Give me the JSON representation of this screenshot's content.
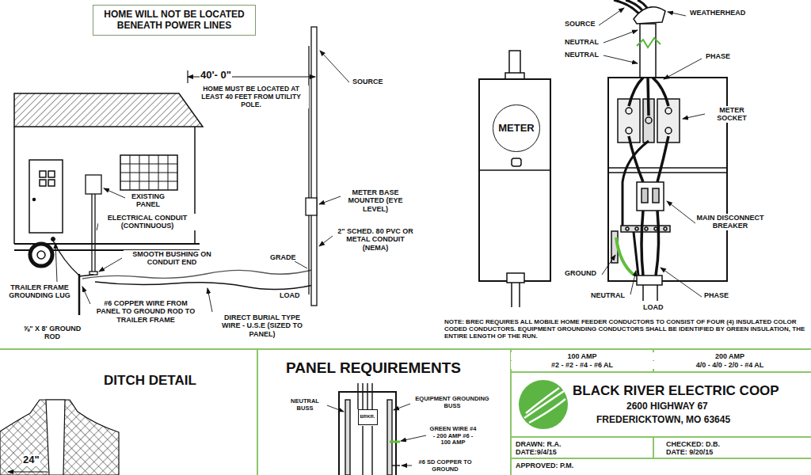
{
  "diagram": {
    "nodes": [
      {
        "text": [
          "HOME WILL NOT BE LOCATED BENEATH POWER LINES"
        ]
      },
      {
        "text": [
          "METER"
        ]
      },
      {
        "text": [
          "BRKR."
        ]
      }
    ],
    "labels": [
      "40'- 0\"",
      "HOME MUST BE LOCATED AT LEAST 40 FEET FROM UTILITY POLE.",
      "SOURCE",
      "EXISTING PANEL",
      "ELECTRICAL CONDUIT (CONTINUOUS)",
      "METER BASE MOUNTED (EYE LEVEL)",
      "2\" SCHED. 80 PVC OR METAL CONDUIT (NEMA)",
      "SMOOTH BUSHING ON CONDUIT END",
      "GRADE",
      "LOAD",
      "TRAILER FRAME GROUNDING LUG",
      "#6 COPPER WIRE FROM PANEL TO GROUND ROD TO TRAILER FRAME",
      "⅝\" X 8' GROUND ROD",
      "DIRECT BURIAL TYPE WIRE - U.S.E (SIZED TO PANEL)",
      "SOURCE",
      "WEATHERHEAD",
      "NEUTRAL",
      "NEUTRAL",
      "PHASE",
      "METER SOCKET",
      "MAIN DISCONNECT BREAKER",
      "GROUND",
      "NEUTRAL",
      "LOAD",
      "PHASE",
      "NOTE: BREC REQUIRES ALL MOBILE HOME FEEDER CONDUCTORS TO CONSIST OF FOUR (4) INSULATED COLOR CODED CONDUCTORS. EQUIPMENT GROUNDING CONDUCTORS SHALL BE IDENTIFIED BY GREEN INSULATION, THE ENTIRE LENGTH OF THE RUN.",
      "DITCH DETAIL",
      "24\"",
      "PANEL REQUIREMENTS",
      "NEUTRAL BUSS",
      "EQUIPMENT GROUNDING BUSS",
      "GREEN WIRE #4 - 200 AMP #6 - 100 AMP",
      "#6 SD COPPER TO GROUND",
      "100 AMP",
      "#2 - #2 - #4 - #6 AL",
      "200 AMP",
      "4/0 - 4/0 - 2/0 - #4 AL",
      "BLACK RIVER ELECTRIC COOP",
      "2600 HIGHWAY 67",
      "FREDERICKTOWN, MO 63645",
      "DRAWN: R.A.",
      "DATE:9/4/15",
      "CHECKED: D.B.",
      "DATE: 9/20/15",
      "APPROVED: P.M."
    ]
  }
}
